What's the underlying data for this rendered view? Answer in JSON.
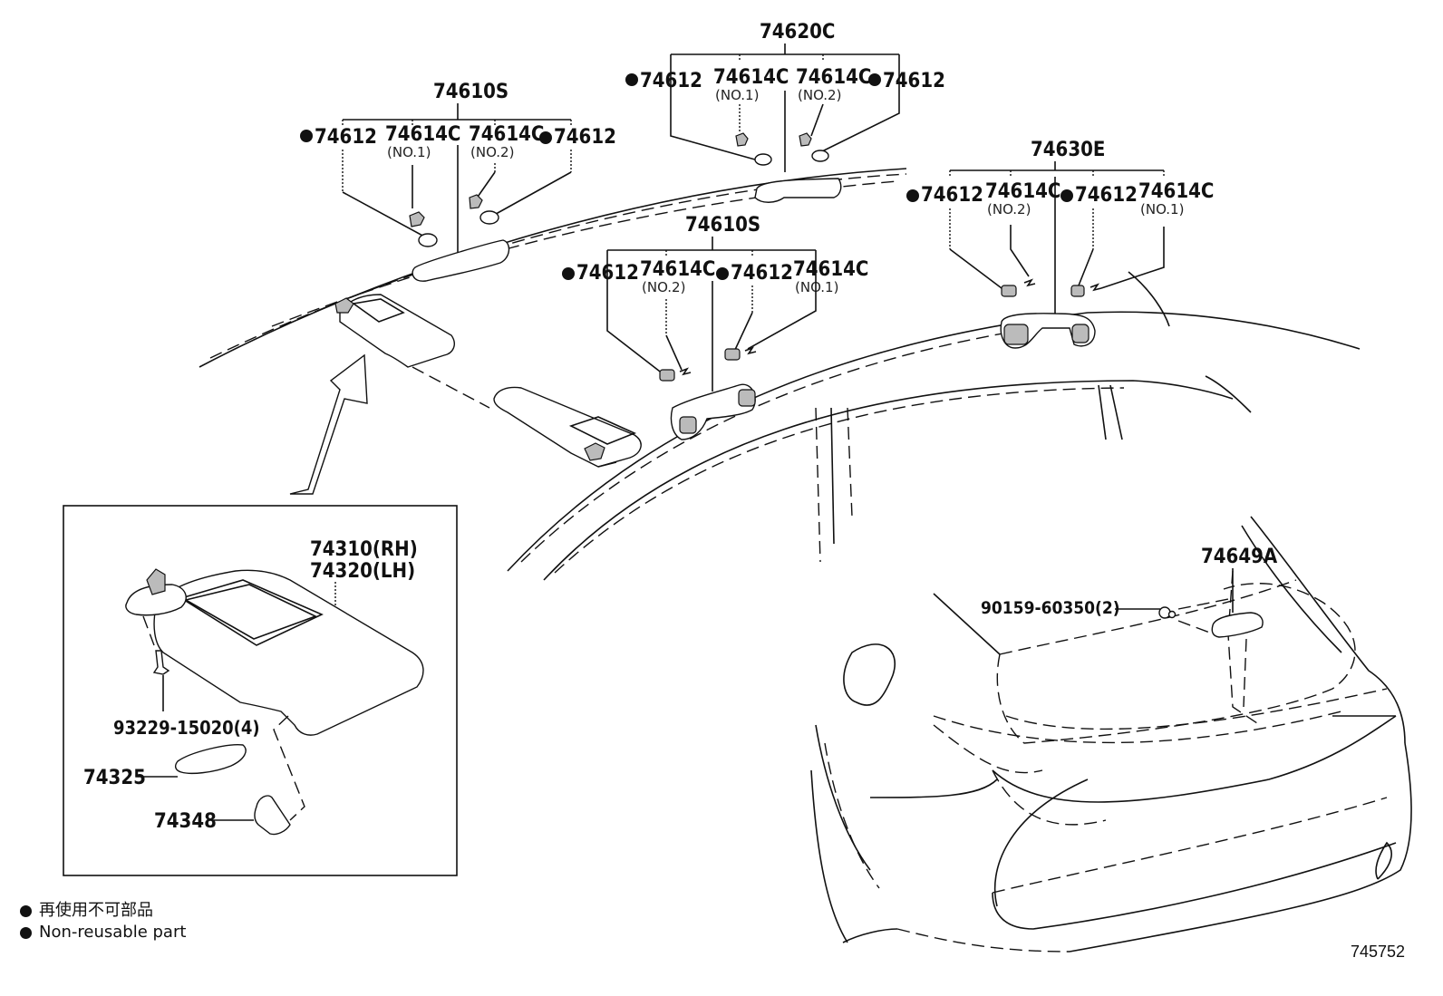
{
  "diagram": {
    "title": "Roof headlining / sun visor / assist grip parts diagram",
    "figure_id": "745752",
    "legend": {
      "items": [
        {
          "symbol": "filled-circle",
          "text_ja": "再使用不可部品"
        },
        {
          "symbol": "filled-circle",
          "text_en": "Non-reusable part"
        }
      ]
    },
    "groups": [
      {
        "id": "assist-grip-front-left",
        "part": "74610S",
        "children": [
          {
            "part": "74612",
            "non_reusable": true,
            "note": ""
          },
          {
            "part": "74614C",
            "non_reusable": false,
            "note": "(NO.1)"
          },
          {
            "part": "74614C",
            "non_reusable": false,
            "note": "(NO.2)"
          },
          {
            "part": "74612",
            "non_reusable": true,
            "note": ""
          }
        ]
      },
      {
        "id": "assist-grip-center",
        "part": "74620C",
        "children": [
          {
            "part": "74612",
            "non_reusable": true,
            "note": ""
          },
          {
            "part": "74614C",
            "non_reusable": false,
            "note": "(NO.1)"
          },
          {
            "part": "74614C",
            "non_reusable": false,
            "note": "(NO.2)"
          },
          {
            "part": "74612",
            "non_reusable": true,
            "note": ""
          }
        ]
      },
      {
        "id": "assist-grip-rear-side",
        "part": "74610S",
        "children": [
          {
            "part": "74612",
            "non_reusable": true,
            "note": ""
          },
          {
            "part": "74614C",
            "non_reusable": false,
            "note": "(NO.2)"
          },
          {
            "part": "74612",
            "non_reusable": true,
            "note": ""
          },
          {
            "part": "74614C",
            "non_reusable": false,
            "note": "(NO.1)"
          }
        ]
      },
      {
        "id": "assist-grip-rear",
        "part": "74630E",
        "children": [
          {
            "part": "74612",
            "non_reusable": true,
            "note": ""
          },
          {
            "part": "74614C",
            "non_reusable": false,
            "note": "(NO.2)"
          },
          {
            "part": "74612",
            "non_reusable": true,
            "note": ""
          },
          {
            "part": "74614C",
            "non_reusable": false,
            "note": "(NO.1)"
          }
        ]
      }
    ],
    "inset": {
      "visor_rh": "74310(RH)",
      "visor_lh": "74320(LH)",
      "screw": "93229-15020(4)",
      "mirror_cover": "74325",
      "holder": "74348"
    },
    "rear": {
      "part": "74649A",
      "fastener": "90159-60350(2)"
    }
  }
}
